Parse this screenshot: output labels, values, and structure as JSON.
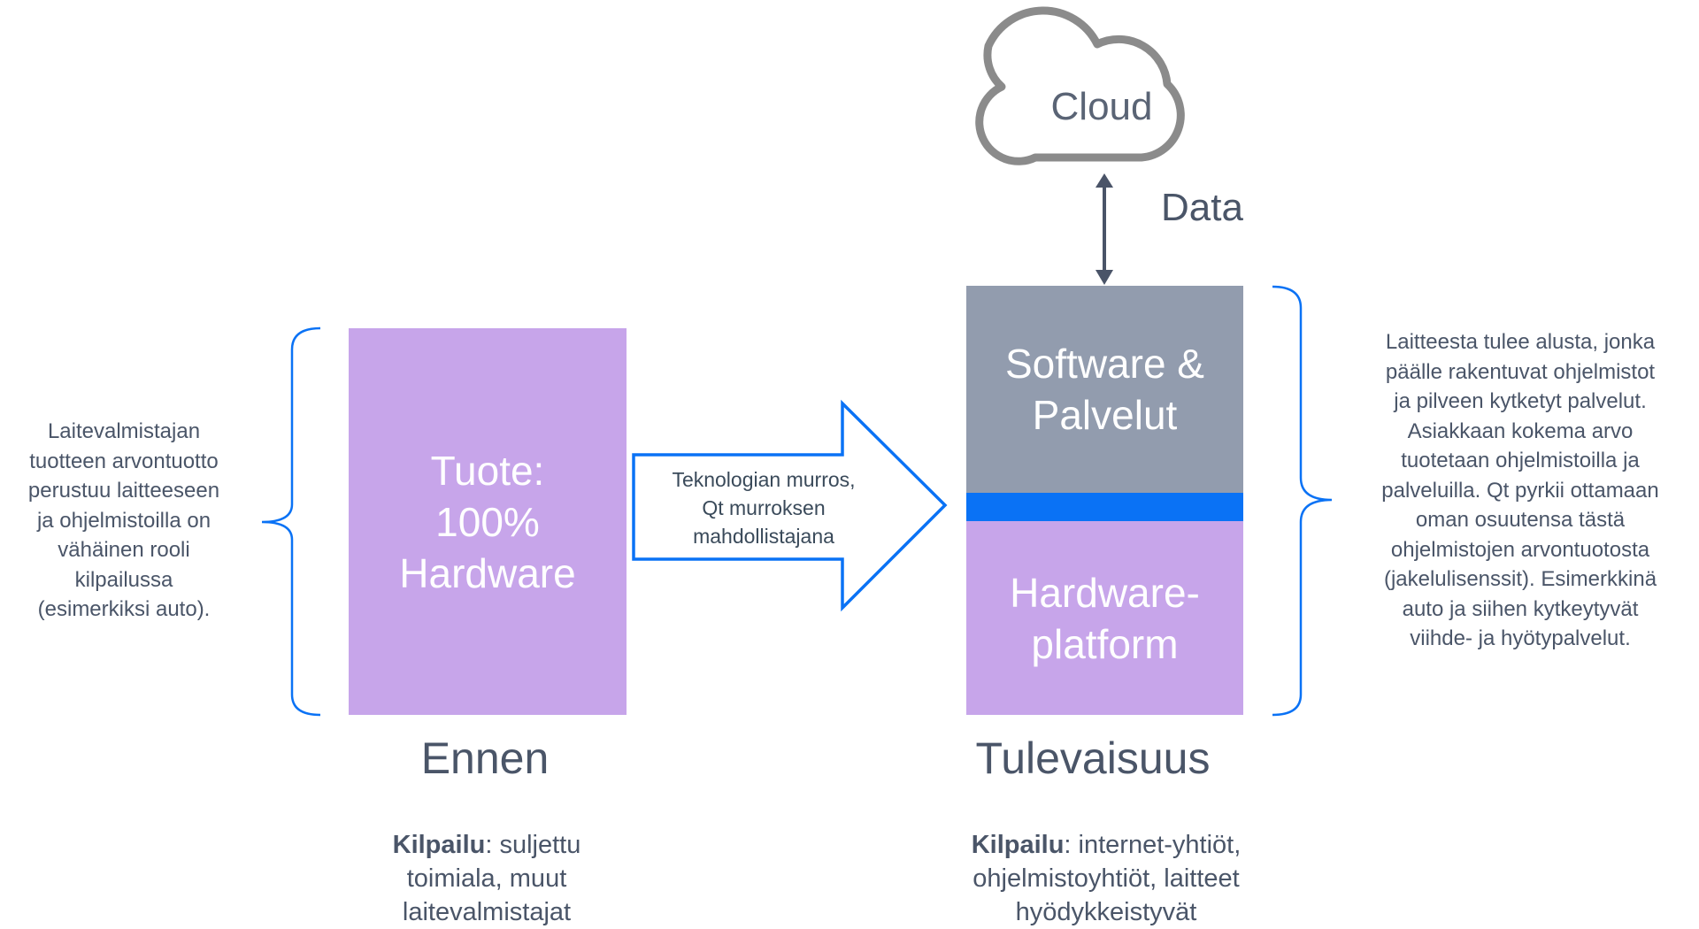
{
  "colors": {
    "purple": "#c7a5ea",
    "gray": "#929cae",
    "blue": "#0a72f5",
    "text": "#4a5568",
    "cloud_stroke": "#8b8b8b"
  },
  "cloud": {
    "label": "Cloud",
    "icon": "cloud-icon"
  },
  "data_link": {
    "label": "Data"
  },
  "left_description": [
    "Laitevalmistajan",
    "tuotteen arvontuotto",
    "perustuu laitteeseen",
    "ja ohjelmistoilla on",
    "vähäinen rooli",
    "kilpailussa",
    "(esimerkiksi auto)."
  ],
  "before_box": {
    "lines": [
      "Tuote:",
      "100%",
      "Hardware"
    ]
  },
  "arrow": {
    "lines": [
      "Teknologian murros,",
      "Qt murroksen",
      "mahdollistajana"
    ]
  },
  "future_box": {
    "software_lines": [
      "Software &",
      "Palvelut"
    ],
    "hardware_lines": [
      "Hardware-",
      "platform"
    ]
  },
  "right_description": [
    "Laitteesta tulee alusta, jonka",
    "päälle rakentuvat ohjelmistot",
    "ja pilveen kytketyt palvelut.",
    "Asiakkaan kokema arvo",
    "tuotetaan ohjelmistoilla ja",
    "palveluilla. Qt pyrkii ottamaan",
    "oman osuutensa tästä",
    "ohjelmistojen arvontuotosta",
    "(jakelulisenssit). Esimerkkinä",
    "auto ja siihen kytkeytyvät",
    "viihde- ja hyötypalvelut."
  ],
  "before_label": "Ennen",
  "future_label": "Tulevaisuus",
  "before_competition": {
    "bold": "Kilpailu",
    "rest": ": suljettu",
    "lines": [
      "toimiala, muut",
      "laitevalmistajat"
    ]
  },
  "future_competition": {
    "bold": "Kilpailu",
    "rest": ": internet-yhtiöt,",
    "lines": [
      "ohjelmistoyhtiöt, laitteet",
      "hyödykkeistyvät"
    ]
  }
}
